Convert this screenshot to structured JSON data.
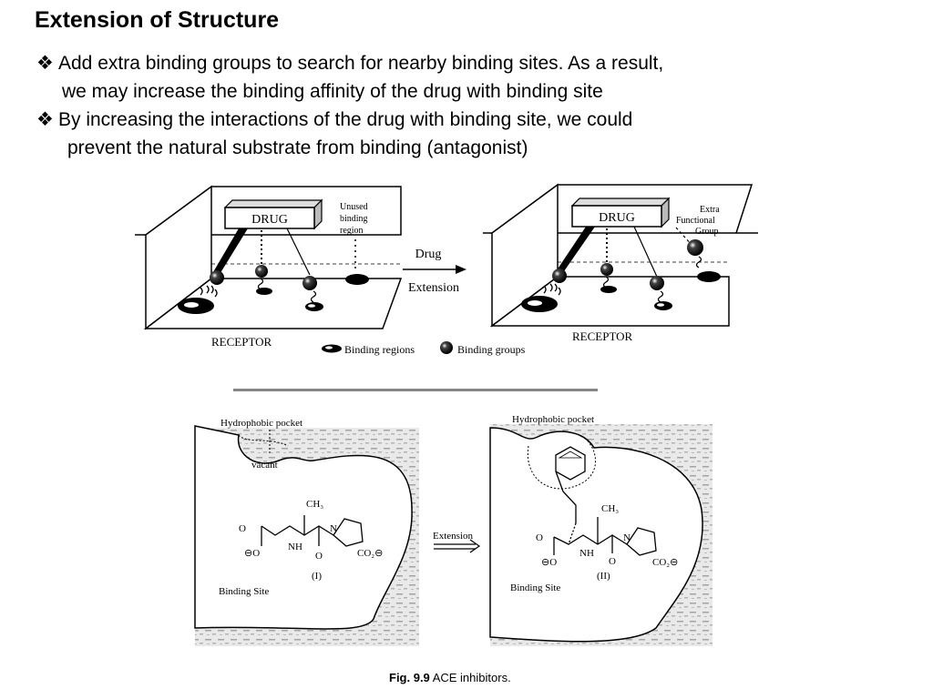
{
  "slide": {
    "title": "Extension of Structure",
    "bullets": [
      {
        "mark": "❖",
        "line1": "Add extra binding groups to search for nearby binding sites. As a result,",
        "line2": "we may increase the binding affinity of the drug with binding site"
      },
      {
        "mark": "❖",
        "line1": "By increasing the interactions of the drug with binding site, we could",
        "line2": "prevent the natural substrate from binding (antagonist)"
      }
    ]
  },
  "figure1": {
    "left_drug": "DRUG",
    "right_drug": "DRUG",
    "unused_l1": "Unused",
    "unused_l2": "binding",
    "unused_l3": "region",
    "extra_l1": "Extra",
    "extra_l2": "Functional",
    "extra_l3": "Group",
    "arrow_l1": "Drug",
    "arrow_l2": "Extension",
    "left_receptor": "RECEPTOR",
    "right_receptor": "RECEPTOR",
    "legend_regions": "Binding regions",
    "legend_groups": "Binding groups"
  },
  "figure2": {
    "left_pocket": "Hydrophobic pocket",
    "vacant": "vacant",
    "ch3_left": "CH₃",
    "o_left": "O",
    "nh_left": "NH",
    "n_left": "N",
    "o2_left": "O",
    "co2_left": "CO₂⊖",
    "oxy_left": "⊖O",
    "label_left": "(I)",
    "site_left": "Binding Site",
    "arrow_label": "Extension",
    "right_pocket": "Hydrophobic pocket",
    "ch3_right": "CH₃",
    "o_right": "O",
    "nh_right": "NH",
    "n_right": "N",
    "o2_right": "O",
    "co2_right": "CO₂⊖",
    "oxy_right": "⊖O",
    "label_right": "(II)",
    "site_right": "Binding Site"
  },
  "caption": {
    "label": "Fig. 9.9",
    "text": "ACE inhibitors."
  }
}
